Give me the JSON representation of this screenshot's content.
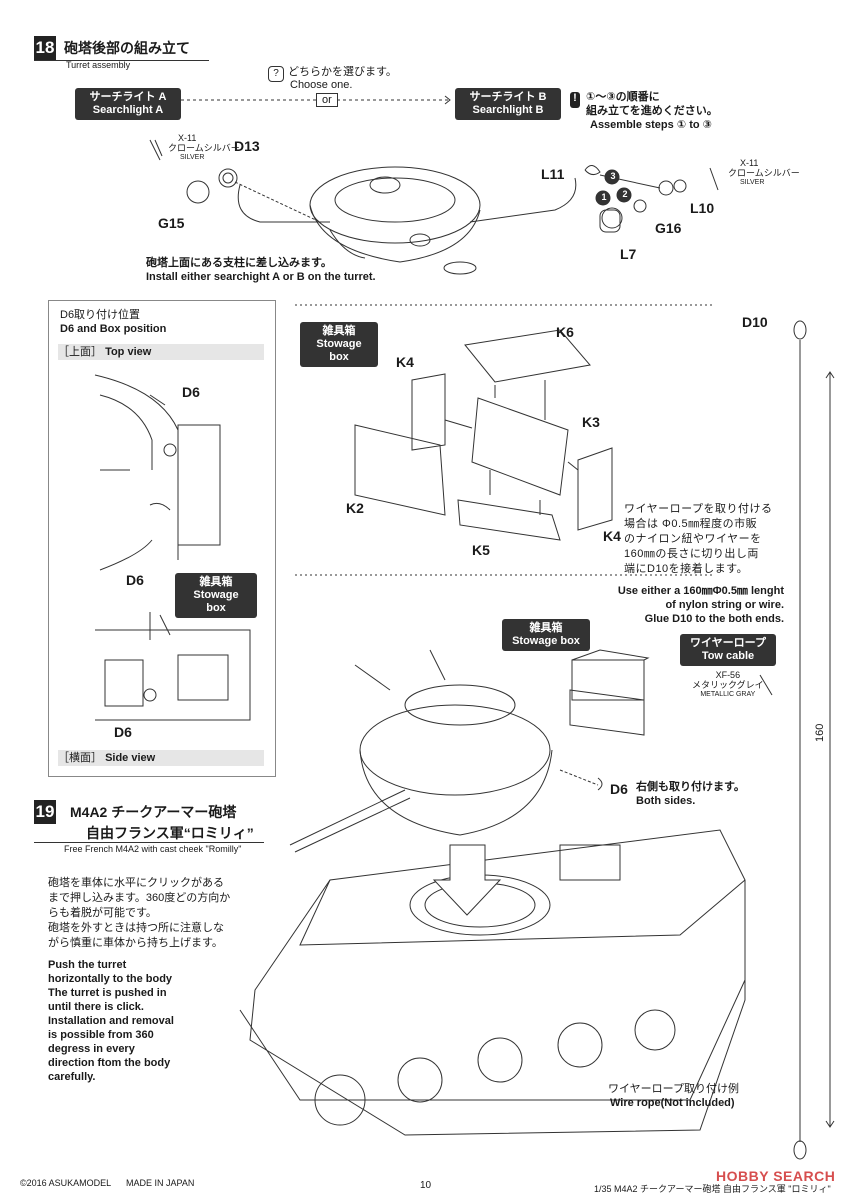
{
  "step18": {
    "number": "18",
    "title_jp": "砲塔後部の組み立て",
    "title_en": "Turret assembly",
    "choose_jp": "どちらかを選びます。",
    "choose_en": "Choose one.",
    "or": "or",
    "searchlight_a_jp": "サーチライト A",
    "searchlight_a_en": "Searchlight A",
    "searchlight_b_jp": "サーチライト B",
    "searchlight_b_en": "Searchlight B",
    "order_jp1": "①～③の順番に",
    "order_jp2": "組み立てを進めください。",
    "order_en": "Assemble steps ① to ③",
    "paint_left_code": "X-11",
    "paint_left_jp": "クロームシルバー",
    "paint_left_en": "SILVER",
    "paint_right_code": "X-11",
    "paint_right_jp": "クロームシルバー",
    "paint_right_en": "SILVER",
    "parts": {
      "d13": "D13",
      "g15": "G15",
      "l11": "L11",
      "l10": "L10",
      "g16": "G16",
      "l7": "L7"
    },
    "step_marks": [
      "3",
      "2",
      "1"
    ],
    "install_jp": "砲塔上面にある支柱に差し込みます。",
    "install_en": "Install either searchight A or B on the turret."
  },
  "d6_panel": {
    "title_jp": "D6取り付け位置",
    "title_en": "D6 and Box position",
    "top_view_jp": "［上面］",
    "top_view_en": "Top view",
    "side_view_jp": "［横面］",
    "side_view_en": "Side view",
    "d6_a": "D6",
    "d6_b": "D6",
    "d6_c": "D6",
    "stowage_jp": "雑具箱",
    "stowage_en": "Stowage box"
  },
  "stowage_exploded": {
    "label_jp": "雑具箱",
    "label_en": "Stowage box",
    "parts": {
      "k6": "K6",
      "k4a": "K4",
      "k3": "K3",
      "k2": "K2",
      "k5": "K5",
      "k4b": "K4"
    }
  },
  "tow_cable": {
    "d10": "D10",
    "length": "160",
    "note_jp": [
      "ワイヤーロープを取り付ける",
      "場合は Φ0.5㎜程度の市販",
      "のナイロン紐やワイヤーを",
      "160㎜の長さに切り出し両",
      "端にD10を接着します。"
    ],
    "note_en": [
      "Use either a 160㎜Φ0.5㎜ lenght",
      "of nylon string or wire.",
      "Glue D10 to the both ends."
    ],
    "label_jp": "ワイヤーロープ",
    "label_en": "Tow cable",
    "paint_code": "XF-56",
    "paint_jp": "メタリックグレイ",
    "paint_en": "METALLIC GRAY",
    "example_jp": "ワイヤーロープ取り付け例",
    "example_en": "Wire rope(Not included)"
  },
  "turret_view": {
    "stowage_jp": "雑具箱",
    "stowage_en": "Stowage box",
    "d6": "D6",
    "both_jp": "右側も取り付けます。",
    "both_en": "Both sides."
  },
  "step19": {
    "number": "19",
    "title_jp1": "M4A2 チークアーマー砲塔",
    "title_jp2": "自由フランス軍“ロミリィ”",
    "title_en": "Free French M4A2 with cast cheek \"Romilly\"",
    "note_jp": [
      "砲塔を車体に水平にクリックがある",
      "まで押し込みます。360度どの方向か",
      "らも着脱が可能です。",
      "砲塔を外すときは持つ所に注意しな",
      "がら慎重に車体から持ち上げます。"
    ],
    "note_en": [
      "Push the turret",
      "horizontally to the body",
      "The turret is pushed in",
      "until there is click.",
      "Installation and removal",
      "is possible from 360",
      "degress in every",
      "direction ftom the body",
      "carefully."
    ]
  },
  "footer": {
    "copyright": "©2016 ASUKAMODEL",
    "made_in": "MADE IN JAPAN",
    "page": "10",
    "product": "1/35 M4A2 チークアーマー砲塔 自由フランス軍 \"ロミリィ\"",
    "watermark": "HOBBY SEARCH"
  }
}
